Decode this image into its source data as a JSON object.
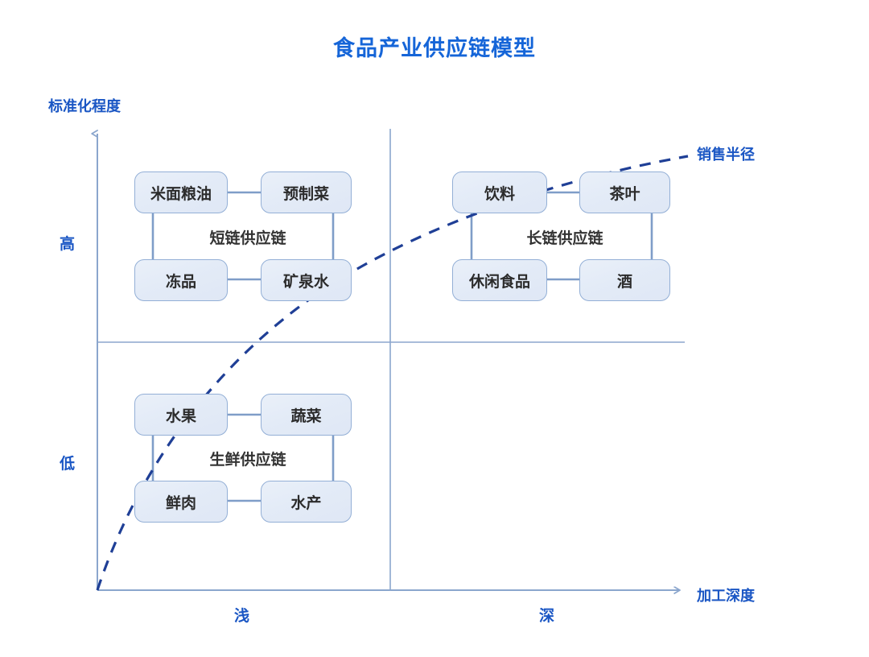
{
  "title": "食品产业供应链模型",
  "axes": {
    "y_title": "标准化程度",
    "x_title": "加工深度",
    "y_ticks": {
      "high": "高",
      "low": "低"
    },
    "x_ticks": {
      "shallow": "浅",
      "deep": "深"
    }
  },
  "curve": {
    "label": "销售半径",
    "style": "dashed",
    "color": "#1f3f96"
  },
  "colors": {
    "accent": "#1565d8",
    "axis_label": "#1a56c4",
    "axis_line": "#8ba6cd",
    "node_border": "#93afd6",
    "node_fill": "#e6edf8",
    "connector": "#7f9dc8",
    "quadrant_line": "#8ba6cd",
    "node_text": "#2b2b2b",
    "group_label_text": "#333333",
    "background": "#ffffff"
  },
  "quadrants": [
    {
      "id": "short-chain",
      "group_label": "短链供应链",
      "position": "top-left",
      "nodes": [
        {
          "id": "rice-flour-grain-oil",
          "label": "米面粮油"
        },
        {
          "id": "prepared-dishes",
          "label": "预制菜"
        },
        {
          "id": "frozen-goods",
          "label": "冻品"
        },
        {
          "id": "mineral-water",
          "label": "矿泉水"
        }
      ]
    },
    {
      "id": "long-chain",
      "group_label": "长链供应链",
      "position": "top-right",
      "nodes": [
        {
          "id": "beverages",
          "label": "饮料"
        },
        {
          "id": "tea",
          "label": "茶叶"
        },
        {
          "id": "snack-food",
          "label": "休闲食品"
        },
        {
          "id": "liquor",
          "label": "酒"
        }
      ]
    },
    {
      "id": "fresh-chain",
      "group_label": "生鲜供应链",
      "position": "bottom-left",
      "nodes": [
        {
          "id": "fruit",
          "label": "水果"
        },
        {
          "id": "vegetables",
          "label": "蔬菜"
        },
        {
          "id": "fresh-meat",
          "label": "鲜肉"
        },
        {
          "id": "aquatic-products",
          "label": "水产"
        }
      ]
    }
  ],
  "chart_data": {
    "type": "scatter",
    "title": "食品产业供应链模型",
    "xlabel": "加工深度",
    "ylabel": "标准化程度",
    "xticklabels": [
      "浅",
      "深"
    ],
    "yticklabels": [
      "低",
      "高"
    ],
    "grid": "quadrant-cross",
    "legend": [
      "销售半径"
    ],
    "annotations": [
      "短链供应链",
      "长链供应链",
      "生鲜供应链"
    ],
    "groups": [
      {
        "name": "短链供应链",
        "quadrant": "high-standardization / shallow-processing",
        "items": [
          "米面粮油",
          "预制菜",
          "冻品",
          "矿泉水"
        ]
      },
      {
        "name": "长链供应链",
        "quadrant": "high-standardization / deep-processing",
        "items": [
          "饮料",
          "茶叶",
          "休闲食品",
          "酒"
        ]
      },
      {
        "name": "生鲜供应链",
        "quadrant": "low-standardization / shallow-processing",
        "items": [
          "水果",
          "蔬菜",
          "鲜肉",
          "水产"
        ]
      }
    ],
    "curve": {
      "name": "销售半径",
      "style": "dashed",
      "direction": "increasing-concave",
      "from": "origin",
      "to": "top-right"
    }
  }
}
